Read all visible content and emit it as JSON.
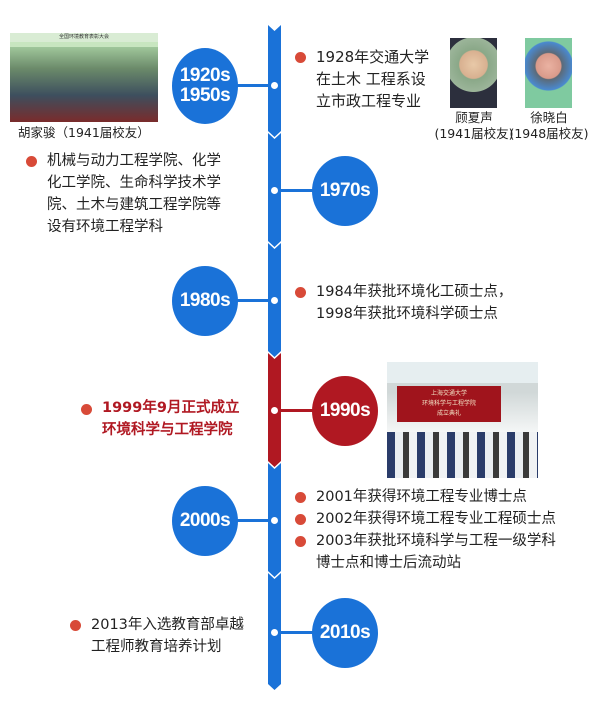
{
  "colors": {
    "spine": "#1a72d8",
    "highlight": "#b01822",
    "bullet": "#d84a38"
  },
  "eras": [
    {
      "label_line1": "1920s",
      "label_line2": "1950s",
      "items": [
        "1928年交通大学",
        "在土木 工程系设",
        "立市政工程专业"
      ]
    },
    {
      "label": "1970s",
      "items": [
        "机械与动力工程学院、化学",
        "化工学院、生命科学技术学",
        "院、土木与建筑工程学院等",
        "设有环境工程学科"
      ]
    },
    {
      "label": "1980s",
      "items": [
        "1984年获批环境化工硕士点，",
        "1998年获批环境科学硕士点"
      ]
    },
    {
      "label": "1990s",
      "items": [
        "1999年9月正式成立",
        "环境科学与工程学院"
      ]
    },
    {
      "label": "2000s",
      "items": [
        "2001年获得环境工程专业博士点",
        "2002年获得环境工程专业工程硕士点",
        "2003年获批环境科学与工程一级学科",
        "博士点和博士后流动站"
      ]
    },
    {
      "label": "2010s",
      "items": [
        "2013年入选教育部卓越",
        "工程师教育培养计划"
      ]
    }
  ],
  "photos": {
    "group_caption": "胡家骏（1941届校友）",
    "group_banner": "全国环境教育表彰大会",
    "portrait1_name": "顾夏声",
    "portrait1_note": "(1941届校友)",
    "portrait2_name": "徐晓白",
    "portrait2_note": "(1948届校友)",
    "ceremony_banner_line1": "上海交通大学",
    "ceremony_banner_line2": "环境科学与工程学院",
    "ceremony_banner_line3": "成立典礼"
  }
}
